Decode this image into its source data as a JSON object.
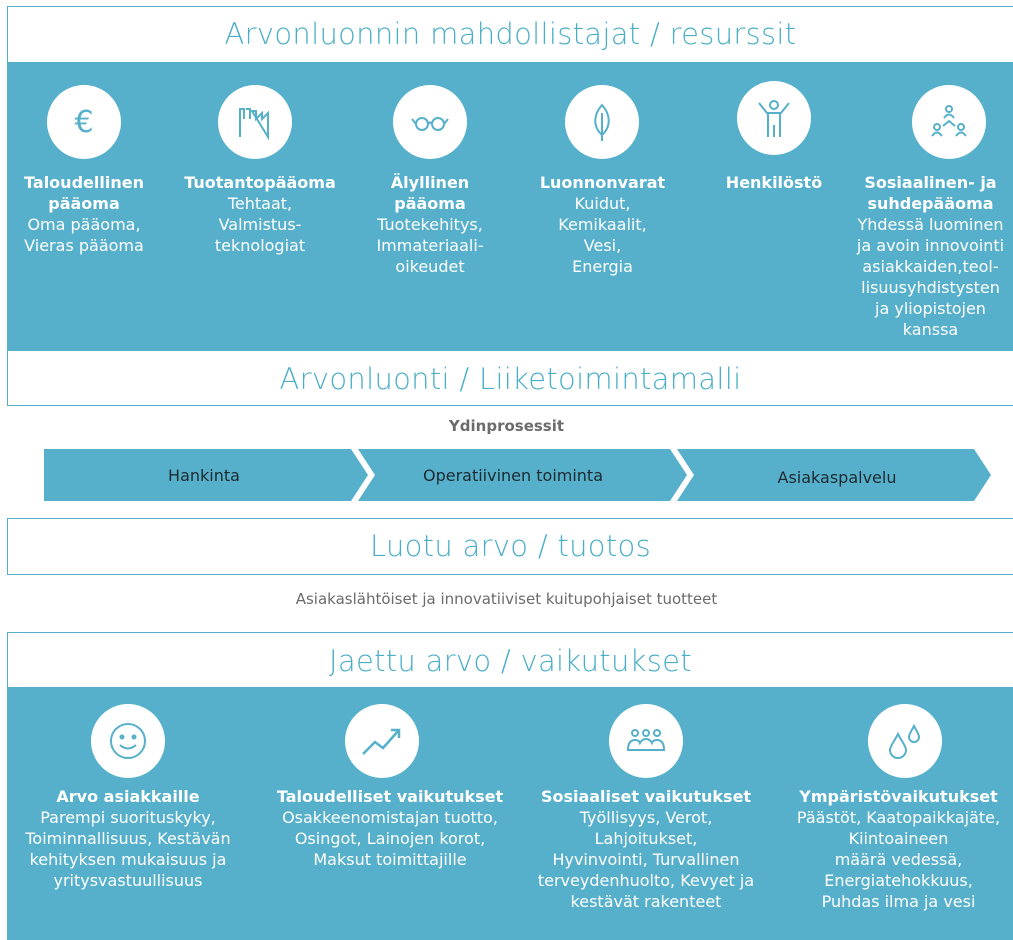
{
  "resources": {
    "title": "Arvonluonnin mahdollistajat / resurssit",
    "items": [
      {
        "icon": "euro-icon",
        "title_lines": [
          "Taloudellinen",
          "pääoma"
        ],
        "text_lines": [
          "Oma pääoma,",
          "Vieras pääoma"
        ]
      },
      {
        "icon": "factory-icon",
        "title_lines": [
          "Tuotantopääoma"
        ],
        "text_lines": [
          "Tehtaat,",
          "Valmistus-",
          "teknologiat"
        ]
      },
      {
        "icon": "glasses-icon",
        "title_lines": [
          "Älyllinen",
          "pääoma"
        ],
        "text_lines": [
          "Tuotekehitys,",
          "Immateriaali-",
          "oikeudet"
        ]
      },
      {
        "icon": "leaf-icon",
        "title_lines": [
          "Luonnonvarat"
        ],
        "text_lines": [
          "Kuidut,",
          "Kemikaalit,",
          "Vesi,",
          "Energia"
        ]
      },
      {
        "icon": "person-icon",
        "title_lines": [
          "Henkilöstö"
        ],
        "text_lines": []
      },
      {
        "icon": "network-icon",
        "title_lines": [
          "Sosiaalinen- ja",
          "suhdepääoma"
        ],
        "text_lines": [
          "Yhdessä luominen",
          "ja avoin innovointi",
          "asiakkaiden,teol-",
          "lisuusyhdistysten",
          "ja yliopistojen",
          "kanssa"
        ]
      }
    ]
  },
  "business_model": {
    "title": "Arvonluonti / Liiketoimintamalli",
    "core_label": "Ydinprosessit",
    "steps": [
      "Hankinta",
      "Operatiivinen toiminta",
      "Asiakaspalvelu"
    ]
  },
  "output": {
    "title": "Luotu arvo / tuotos",
    "text": "Asiakaslähtöiset ja innovatiiviset kuitupohjaiset tuotteet"
  },
  "impacts": {
    "title": "Jaettu arvo / vaikutukset",
    "items": [
      {
        "icon": "smiley-icon",
        "title_lines": [
          "Arvo asiakkaille"
        ],
        "text_lines": [
          "Parempi suorituskyky,",
          "Toiminnallisuus, Kestävän",
          "kehityksen mukaisuus ja",
          "yritysvastuullisuus"
        ]
      },
      {
        "icon": "trend-up-icon",
        "title_lines": [
          "Taloudelliset vaikutukset"
        ],
        "text_lines": [
          "Osakkeenomistajan tuotto,",
          "Osingot, Lainojen korot,",
          "Maksut toimittajille"
        ]
      },
      {
        "icon": "people-icon",
        "title_lines": [
          "Sosiaaliset vaikutukset"
        ],
        "text_lines": [
          "Työllisyys, Verot,",
          "Lahjoitukset,",
          "Hyvinvointi, Turvallinen",
          "terveydenhuolto, Kevyet ja",
          "kestävät rakenteet"
        ]
      },
      {
        "icon": "droplets-icon",
        "title_lines": [
          "Ympäristövaikutukset"
        ],
        "text_lines": [
          "Päästöt, Kaatopaikkajäte,",
          "Kiintoaineen",
          "määrä vedessä,",
          "Energiatehokkuus,",
          "Puhdas ilma ja vesi"
        ]
      }
    ]
  }
}
